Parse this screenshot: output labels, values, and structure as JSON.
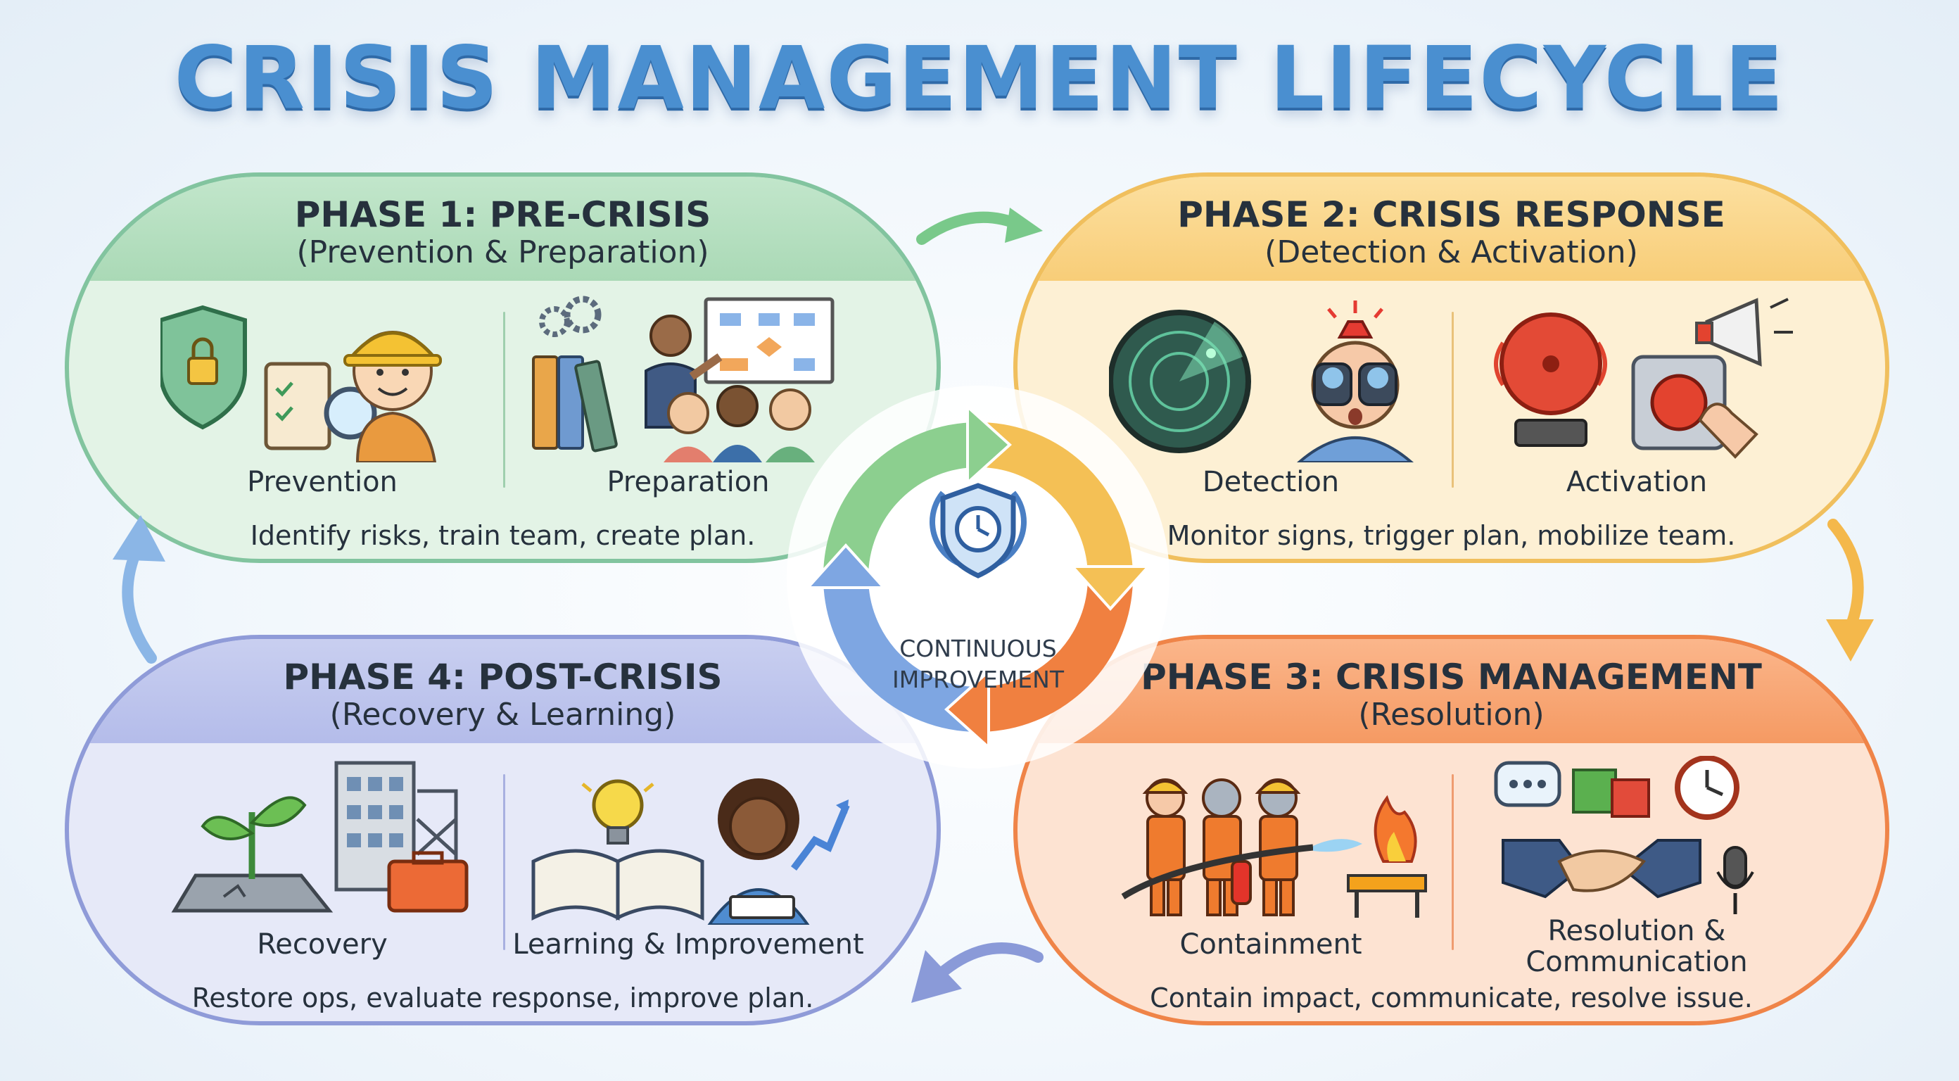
{
  "title": "CRISIS MANAGEMENT LIFECYCLE",
  "center": {
    "line1": "CONTINUOUS",
    "line2": "IMPROVEMENT",
    "icon": "shield-clock-icon"
  },
  "phases": [
    {
      "name": "PHASE 1: PRE-CRISIS",
      "subtitle": "(Prevention & Preparation)",
      "left_label": "Prevention",
      "right_label": "Preparation",
      "description": "Identify risks, train team, create plan.",
      "color": "#82c49f"
    },
    {
      "name": "PHASE 2: CRISIS RESPONSE",
      "subtitle": "(Detection & Activation)",
      "left_label": "Detection",
      "right_label": "Activation",
      "description": "Monitor signs, trigger plan, mobilize team.",
      "color": "#f0bf5d"
    },
    {
      "name": "PHASE 3: CRISIS MANAGEMENT",
      "subtitle": "(Resolution)",
      "left_label": "Containment",
      "right_label": "Resolution & Communication",
      "description": "Contain impact, communicate, resolve issue.",
      "color": "#ef8448"
    },
    {
      "name": "PHASE 4: POST-CRISIS",
      "subtitle": "(Recovery & Learning)",
      "left_label": "Recovery",
      "right_label": "Learning & Improvement",
      "description": "Restore ops, evaluate response, improve plan.",
      "color": "#8f9bd8"
    }
  ]
}
